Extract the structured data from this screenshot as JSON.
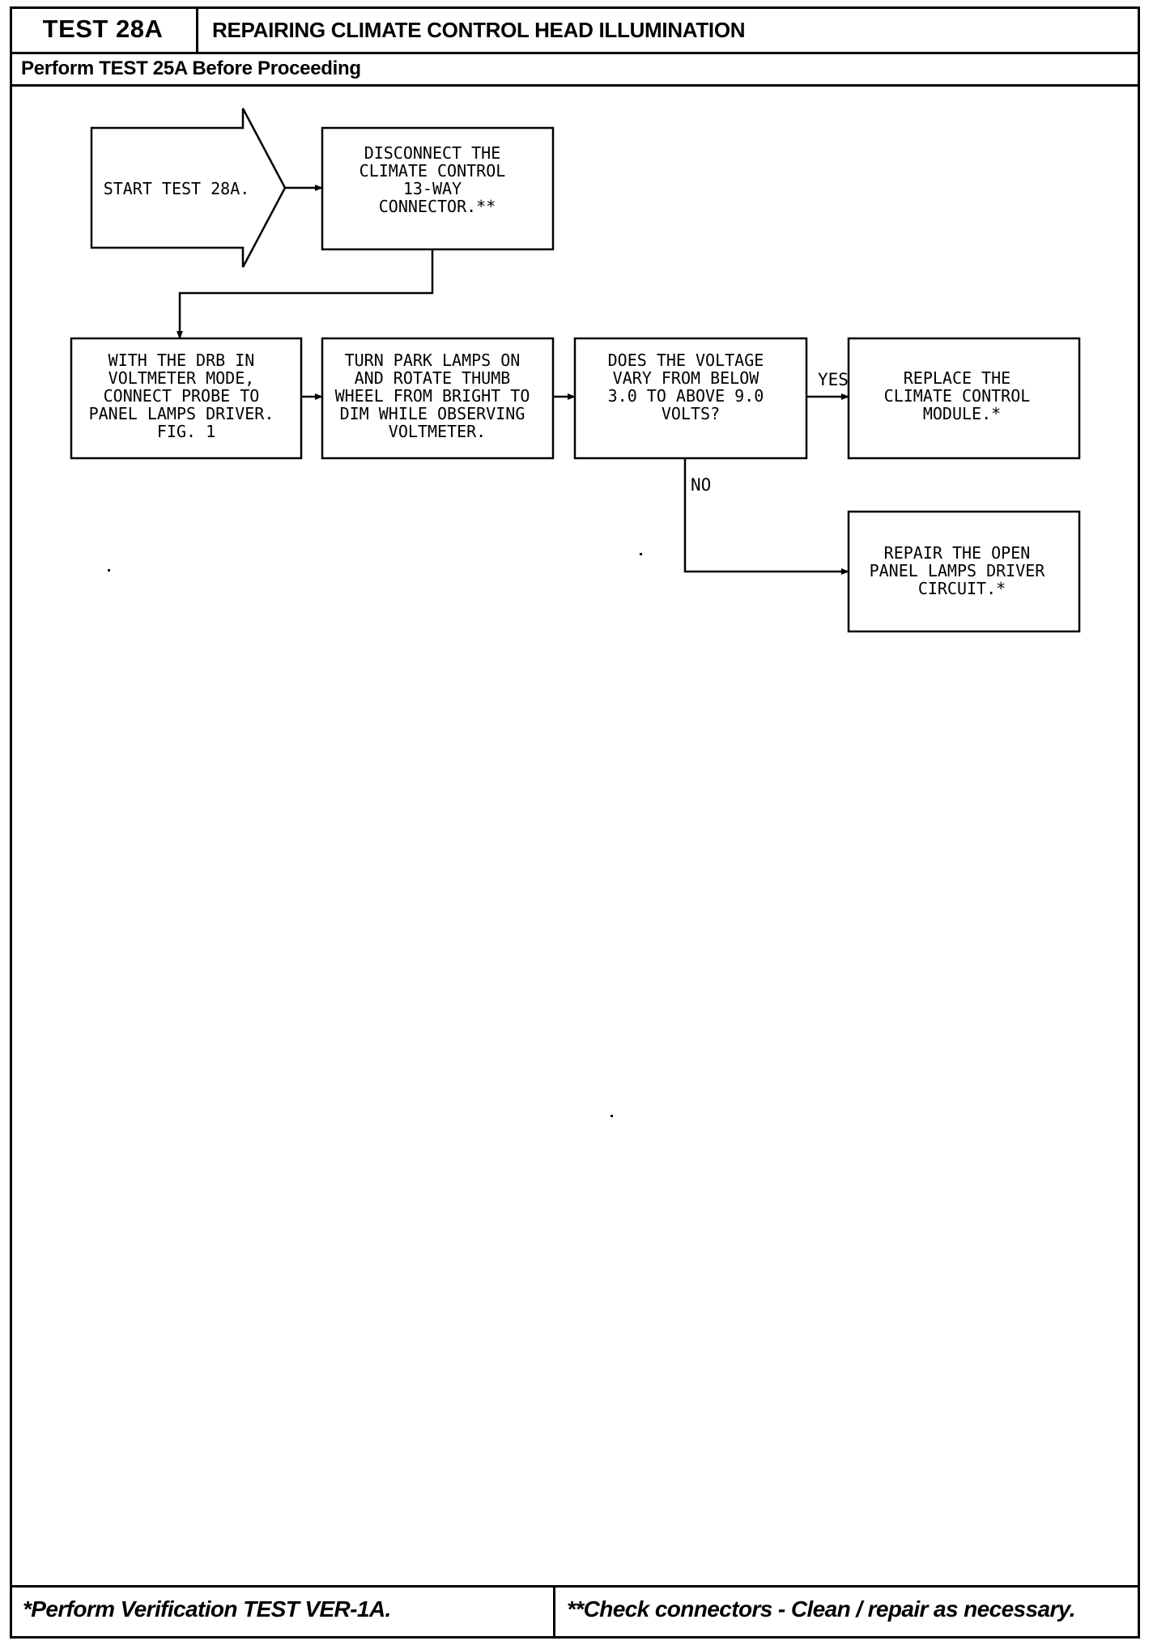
{
  "header": {
    "test_id": "TEST 28A",
    "title": "REPAIRING CLIMATE CONTROL HEAD ILLUMINATION",
    "prerequisite": "Perform TEST 25A Before Proceeding"
  },
  "flowchart": {
    "start": "START TEST 28A.",
    "disconnect": [
      "DISCONNECT THE",
      "CLIMATE CONTROL",
      "13-WAY",
      "CONNECTOR.**"
    ],
    "voltmeter": [
      "WITH THE DRB IN",
      "VOLTMETER MODE,",
      "CONNECT PROBE TO",
      "PANEL LAMPS DRIVER.",
      "FIG. 1"
    ],
    "park_lamps": [
      "TURN PARK LAMPS ON",
      "AND ROTATE THUMB",
      "WHEEL FROM BRIGHT TO",
      "DIM WHILE OBSERVING",
      "VOLTMETER."
    ],
    "question": [
      "DOES THE VOLTAGE",
      "VARY FROM BELOW",
      "3.0 TO ABOVE 9.0",
      "VOLTS?"
    ],
    "yes_label": "YES",
    "no_label": "NO",
    "replace": [
      "REPLACE THE",
      "CLIMATE CONTROL",
      "MODULE.*"
    ],
    "repair": [
      "REPAIR THE OPEN",
      "PANEL LAMPS DRIVER",
      "CIRCUIT.*"
    ]
  },
  "footer": {
    "note_left": "*Perform Verification TEST VER-1A.",
    "note_right": "**Check connectors - Clean / repair as necessary."
  }
}
